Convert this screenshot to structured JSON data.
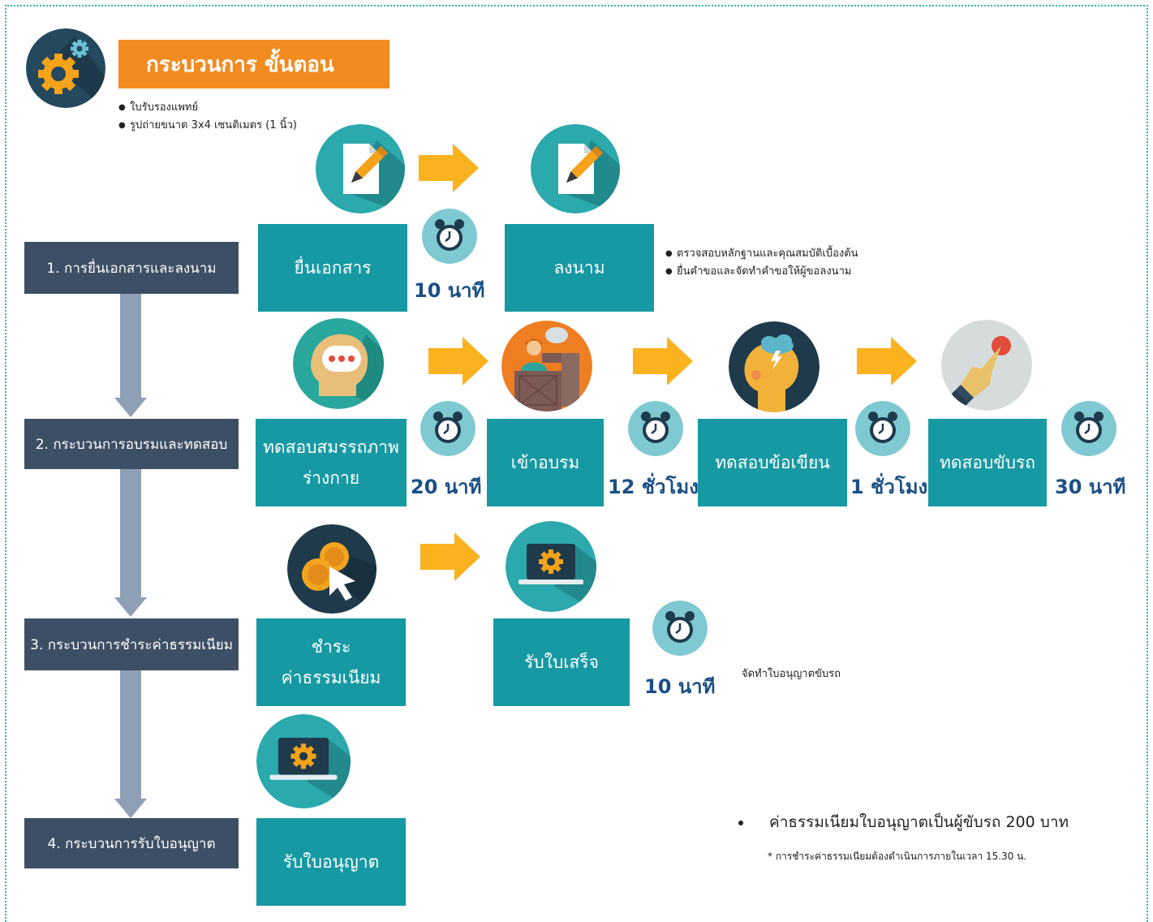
{
  "header": {
    "title": "กระบวนการ ขั้นตอน",
    "gear_icon": "gears-icon"
  },
  "prerequisites": [
    "ใบรับรองแพทย์",
    "รูปถ่ายขนาด 3x4 เซนติเมตร (1 นิ้ว)"
  ],
  "stages": [
    {
      "label": "1. การยื่นเอกสารและลงนาม"
    },
    {
      "label": "2. กระบวนการอบรมและทดสอบ"
    },
    {
      "label": "3. กระบวนการชำระค่าธรรมเนียม"
    },
    {
      "label": "4. กระบวนการรับใบอนุญาต"
    }
  ],
  "steps": {
    "submit_docs": {
      "line1": "ยื่นเอกสาร",
      "icon": "document-pen-icon"
    },
    "sign": {
      "line1": "ลงนาม",
      "icon": "document-pen-icon"
    },
    "physical_test": {
      "line1": "ทดสอบสมรรถภาพ",
      "line2": "ร่างกาย",
      "icon": "head-thinking-icon"
    },
    "training": {
      "line1": "เข้าอบรม",
      "icon": "lecturer-podium-icon"
    },
    "written_test": {
      "line1": "ทดสอบข้อเขียน",
      "icon": "head-idea-cloud-icon"
    },
    "driving_test": {
      "line1": "ทดสอบขับรถ",
      "icon": "hand-press-button-icon"
    },
    "pay_fee": {
      "line1": "ชำระ",
      "line2": "ค่าธรรมเนียม",
      "icon": "coins-cursor-icon"
    },
    "receipt": {
      "line1": "รับใบเสร็จ",
      "icon": "laptop-gear-icon"
    },
    "license": {
      "line1": "รับใบอนุญาต",
      "icon": "laptop-gear-icon"
    }
  },
  "times": {
    "submit": "10 นาที",
    "physical": "20 นาที",
    "training": "12 ชั่วโมง",
    "written": "1 ชั่วโมง",
    "driving": "30 นาที",
    "receipt": "10 นาที"
  },
  "notes": {
    "sign": [
      "ตรวจสอบหลักฐานและคุณสมบัติเบื้องต้น",
      "ยื่นคำขอและจัดทำคำขอให้ผู้ขอลงนาม"
    ],
    "receipt": "จัดทำใบอนุญาตขับรถ"
  },
  "fee": {
    "text": "ค่าธรรมเนียมใบอนุญาตเป็นผู้ขับรถ 200 บาท",
    "note": "* การชำระค่าธรรมเนียมต้องดำเนินการภายในเวลา 15.30 น."
  },
  "colors": {
    "teal_box": "#1799a3",
    "stage_box": "#3d4f64",
    "orange_title": "#f28b20",
    "arrow_yellow": "#fbb21f",
    "time_text": "#1a4f86"
  }
}
